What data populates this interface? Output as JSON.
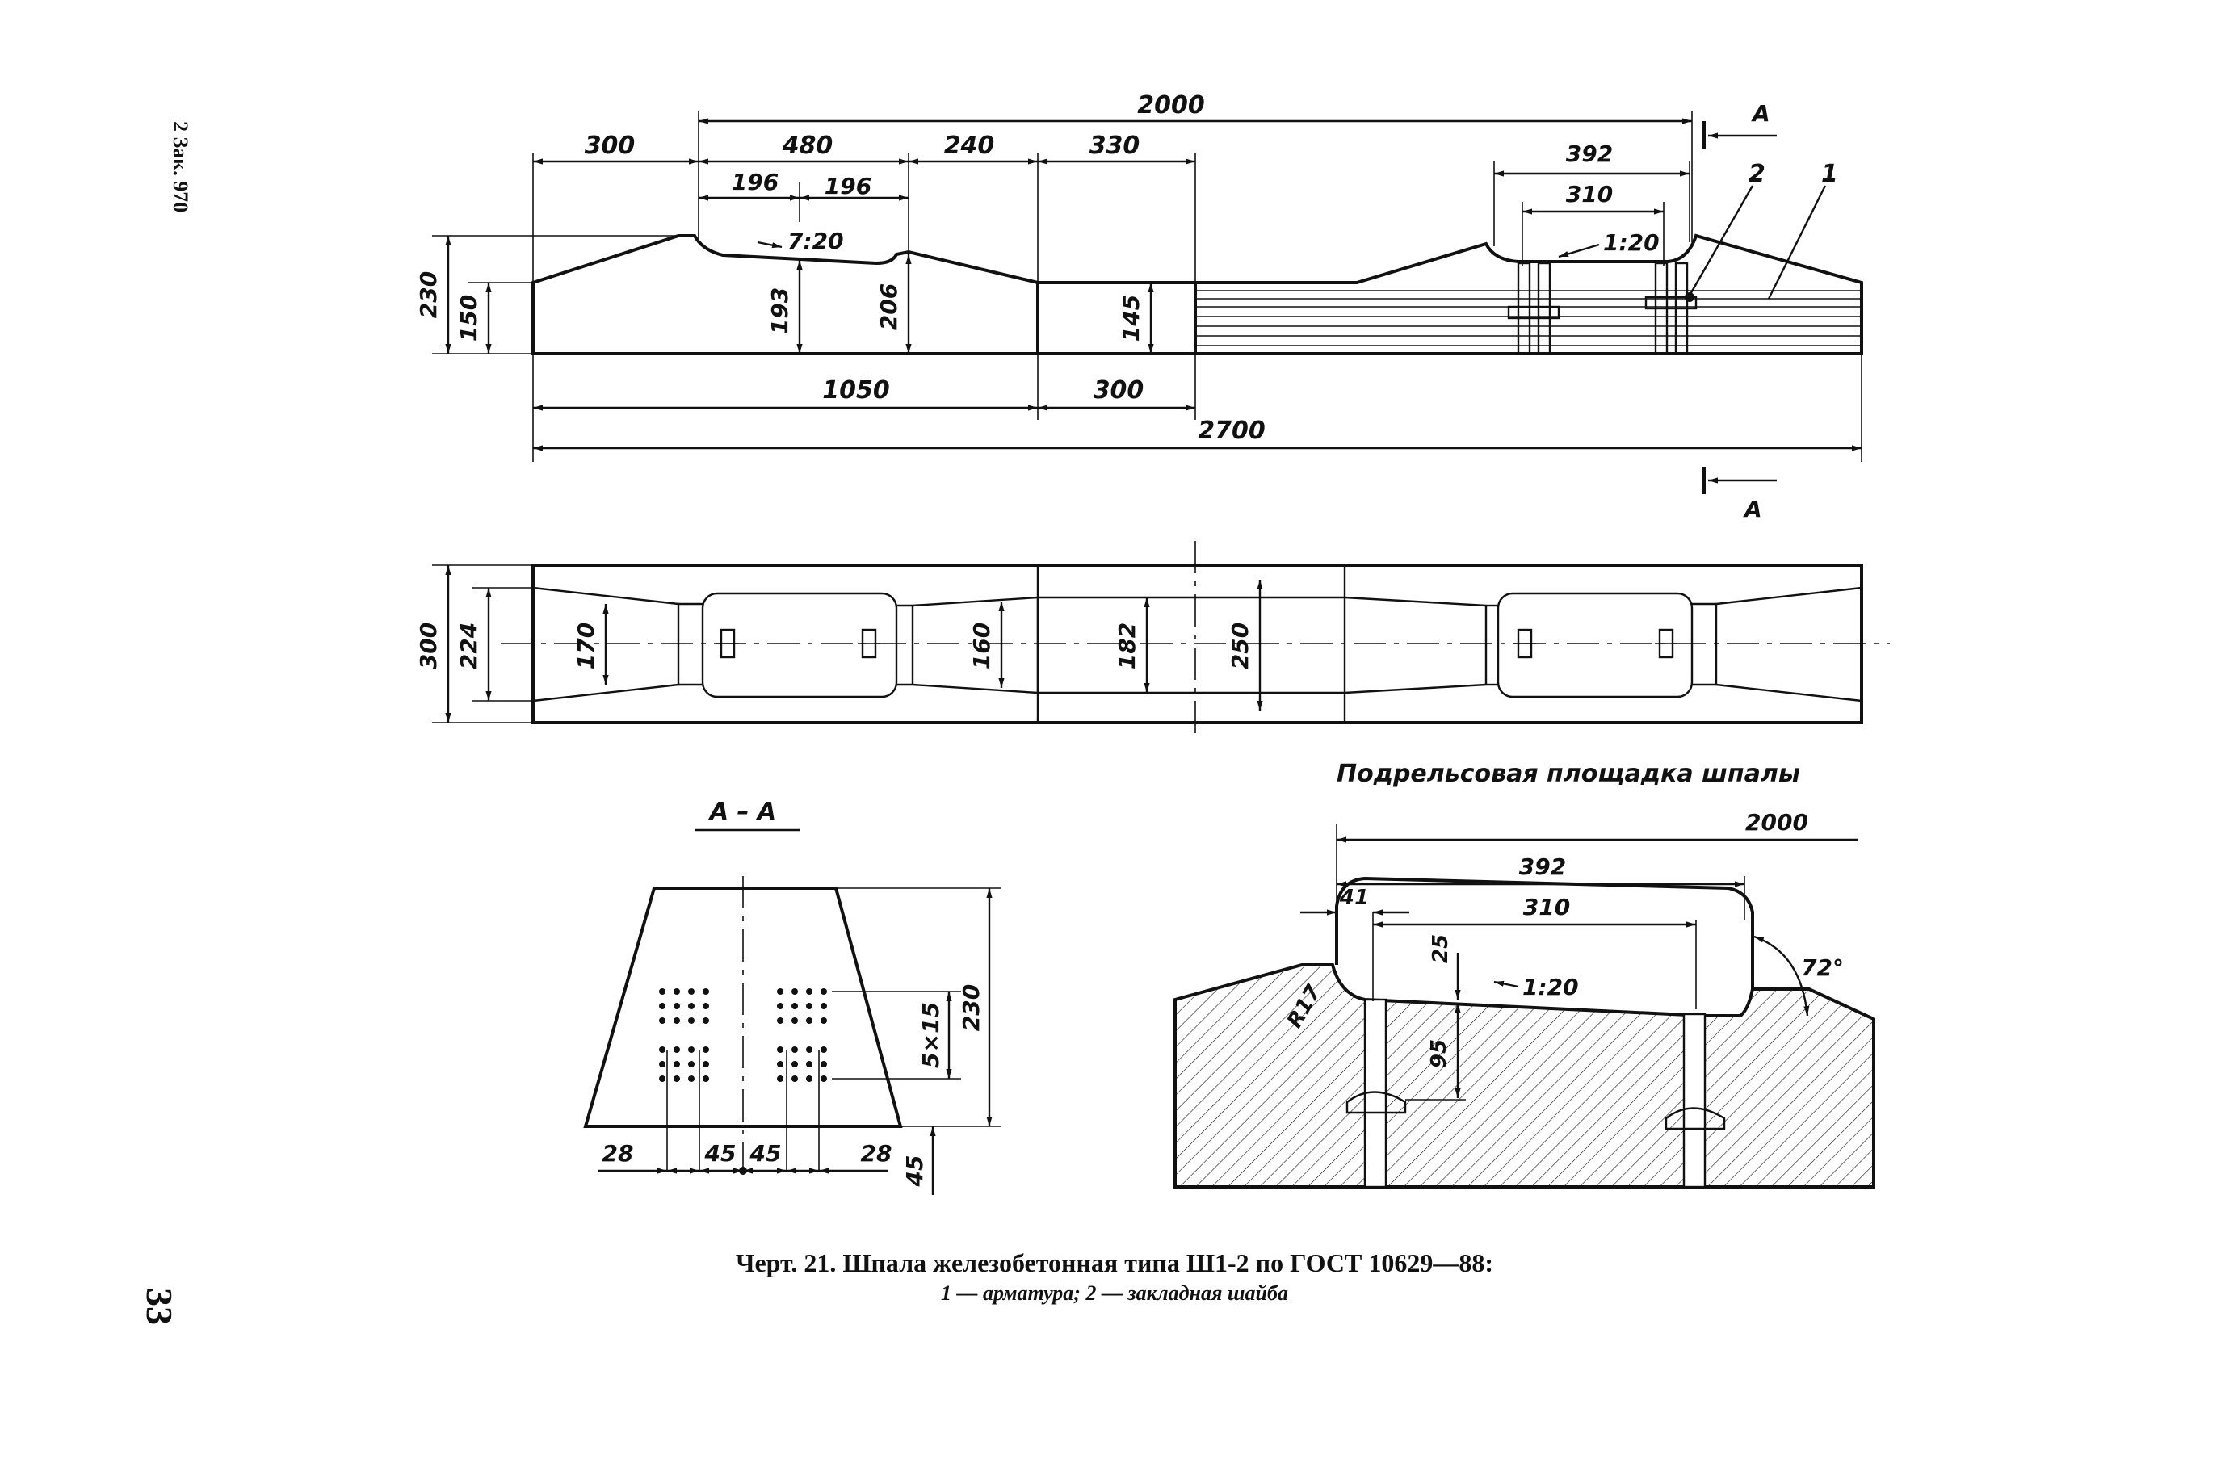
{
  "sheet": {
    "side_note": "2 Зак. 970",
    "page_number": "33"
  },
  "elevation": {
    "dims": {
      "top_total": "2000",
      "left_end": "300",
      "rail_seat": "480",
      "half_seat_a": "196",
      "half_seat_b": "196",
      "shoulder": "240",
      "middle": "330",
      "right_seat": "392",
      "right_seat_inner": "310",
      "height_end": "230",
      "height_edge": "150",
      "height_seat_inner": "193",
      "height_seat_outer": "206",
      "height_middle": "145",
      "bottom_half": "1050",
      "bottom_middle": "300",
      "total_length": "2700"
    },
    "slope_left": "7:20",
    "slope_right": "1:20",
    "callout_1": "1",
    "callout_2": "2",
    "section_mark_top": "A",
    "section_mark_bottom": "A"
  },
  "plan": {
    "dims": {
      "width_end": "300",
      "width_end_inner": "224",
      "width_seat": "170",
      "width_shoulder": "160",
      "width_middle_inner": "182",
      "width_middle": "250"
    },
    "title": "Подрельсовая площадка шпалы"
  },
  "section": {
    "title": "А – А",
    "dims": {
      "height": "230",
      "rebar_pitch": "5×15",
      "bottom_cover": "45",
      "edge_left": "28",
      "mid_left": "45",
      "mid_right": "45",
      "edge_right": "28"
    }
  },
  "detail": {
    "dims": {
      "total": "2000",
      "seat": "392",
      "seat_inner": "310",
      "offset": "41",
      "depth": "25",
      "anchor_depth": "95",
      "radius": "R17",
      "angle": "72°"
    },
    "slope": "1:20"
  },
  "caption": {
    "title": "Черт. 21. Шпала железобетонная типа Ш1-2 по ГОСТ 10629—88:",
    "legend": "1 — арматура; 2 — закладная шайба"
  }
}
